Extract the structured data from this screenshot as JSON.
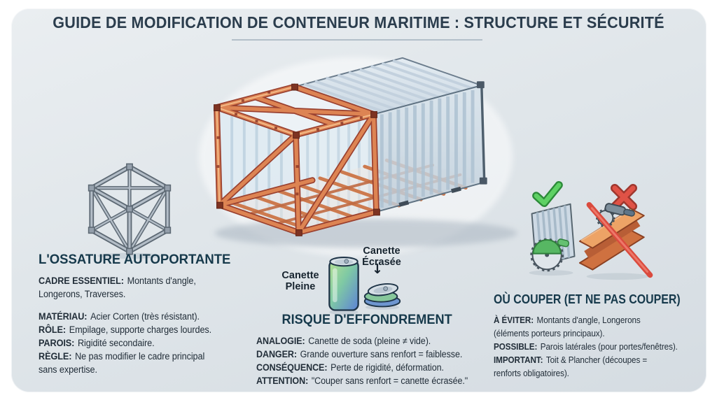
{
  "title": "GUIDE DE MODIFICATION DE CONTENEUR MARITIME : STRUCTURE ET SÉCURITÉ",
  "colors": {
    "card_background": "#dfe5e9",
    "heading_text": "#16394b",
    "body_text": "#222e39",
    "frame_orange": "#dd8453",
    "panel_blue": "#c6d4e0",
    "check_green": "#5ed164",
    "cross_red": "#e05246",
    "can_green": "#b5e193",
    "can_blue": "#5d82d6"
  },
  "icons": {
    "cube": "steel-cube-frame-icon",
    "container": "container-cutaway-illustration",
    "can_full": "soda-can-full-icon",
    "can_crushed": "soda-can-crushed-icon",
    "check": "check-icon",
    "saw_panel": "circular-saw-panel-icon",
    "cross": "cross-icon",
    "beam": "grinder-ibeam-forbidden-icon"
  },
  "sections": {
    "frame": {
      "heading": "L'OSSATURE AUTOPORTANTE",
      "lines": [
        {
          "label": "CADRE ESSENTIEL:",
          "text": "Montants d'angle,"
        },
        {
          "label": "",
          "text": "Longerons, Traverses."
        },
        {
          "label": "MATÉRIAU:",
          "text": "Acier Corten (très résistant)."
        },
        {
          "label": "RÔLE:",
          "text": "Empilage, supporte charges lourdes."
        },
        {
          "label": "PAROIS:",
          "text": "Rigidité secondaire."
        },
        {
          "label": "RÈGLE:",
          "text": "Ne pas modifier le cadre principal"
        },
        {
          "label": "",
          "text": "sans expertise."
        }
      ]
    },
    "collapse": {
      "heading": "RISQUE D'EFFONDREMENT",
      "can_full_label": "Canette Pleine",
      "can_crushed_label": "Canette Écrasée",
      "arrow": "↓",
      "lines": [
        {
          "label": "ANALOGIE:",
          "text": "Canette de soda (pleine ≠ vide)."
        },
        {
          "label": "DANGER:",
          "text": "Grande ouverture sans renfort = faiblesse."
        },
        {
          "label": "CONSÉQUENCE:",
          "text": "Perte de rigidité, déformation."
        },
        {
          "label": "ATTENTION:",
          "text": "\"Couper sans renfort = canette écrasée.\""
        }
      ]
    },
    "cutting": {
      "heading": "OÙ COUPER (ET NE PAS COUPER)",
      "lines": [
        {
          "label": "À ÉVITER:",
          "text": "Montants d'angle, Longerons"
        },
        {
          "label": "",
          "text": "(éléments porteurs principaux)."
        },
        {
          "label": "POSSIBLE:",
          "text": "Parois latérales (pour portes/fenêtres)."
        },
        {
          "label": "IMPORTANT:",
          "text": "Toit & Plancher (découpes ="
        },
        {
          "label": "",
          "text": "renforts obligatoires)."
        }
      ]
    }
  }
}
